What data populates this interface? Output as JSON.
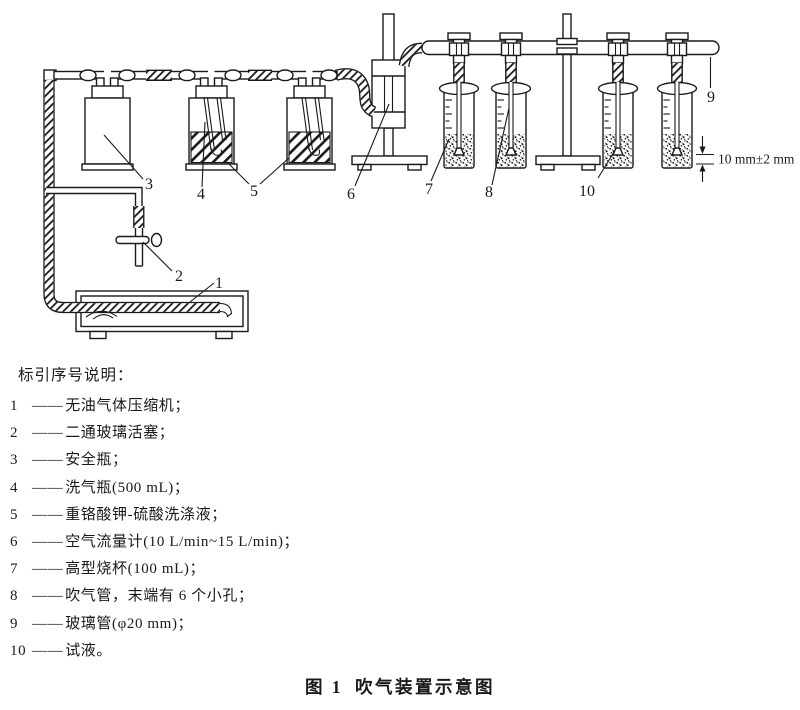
{
  "page": {
    "background": "#ffffff",
    "line_color": "#1a1a1a"
  },
  "diagram": {
    "part_labels": {
      "l1": "1",
      "l2": "2",
      "l3": "3",
      "l4": "4",
      "l5": "5",
      "l6": "6",
      "l7": "7",
      "l8": "8",
      "l9": "9",
      "l10": "10"
    },
    "dimension_label": "10 mm±2 mm"
  },
  "legend": {
    "title": "标引序号说明：",
    "dash": "——",
    "items": [
      {
        "num": "1",
        "label": "无油气体压缩机；"
      },
      {
        "num": "2",
        "label": "二通玻璃活塞；"
      },
      {
        "num": "3",
        "label": "安全瓶；"
      },
      {
        "num": "4",
        "label": "洗气瓶(500 mL)；"
      },
      {
        "num": "5",
        "label": "重铬酸钾-硫酸洗涤液；"
      },
      {
        "num": "6",
        "label": "空气流量计(10 L/min~15 L/min)；"
      },
      {
        "num": "7",
        "label": "高型烧杯(100 mL)；"
      },
      {
        "num": "8",
        "label": "吹气管，末端有 6 个小孔；"
      },
      {
        "num": "9",
        "label": "玻璃管(φ20 mm)；"
      },
      {
        "num": "10",
        "label": "试液。"
      }
    ]
  },
  "caption": {
    "fig_no": "图 1",
    "title": "吹气装置示意图"
  }
}
